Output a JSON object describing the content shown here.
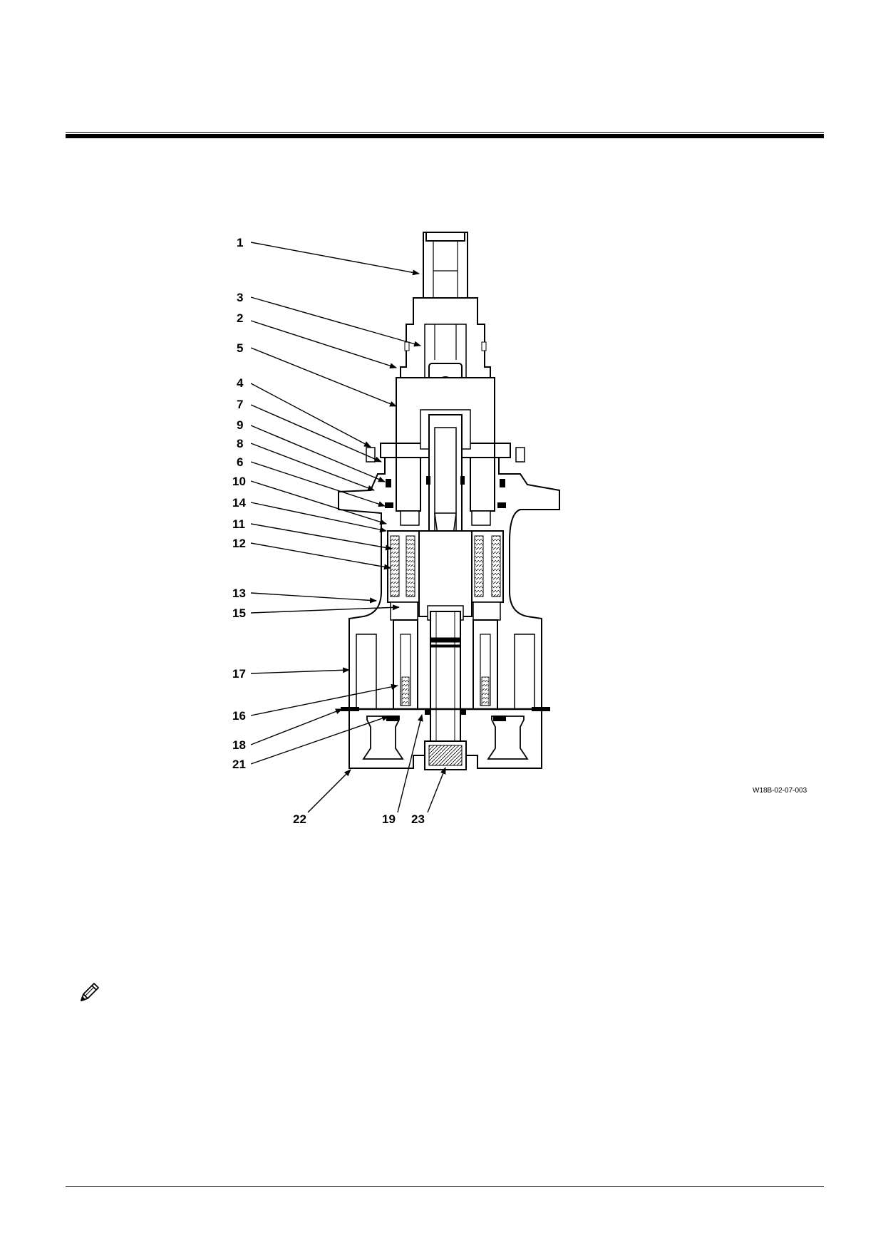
{
  "figure": {
    "id": "W18B-02-07-003",
    "callouts": [
      "1",
      "2",
      "3",
      "4",
      "5",
      "6",
      "7",
      "8",
      "9",
      "10",
      "11",
      "12",
      "13",
      "14",
      "15",
      "16",
      "17",
      "18",
      "19",
      "21",
      "22",
      "23"
    ]
  },
  "icons": {
    "note": "pencil-icon"
  }
}
